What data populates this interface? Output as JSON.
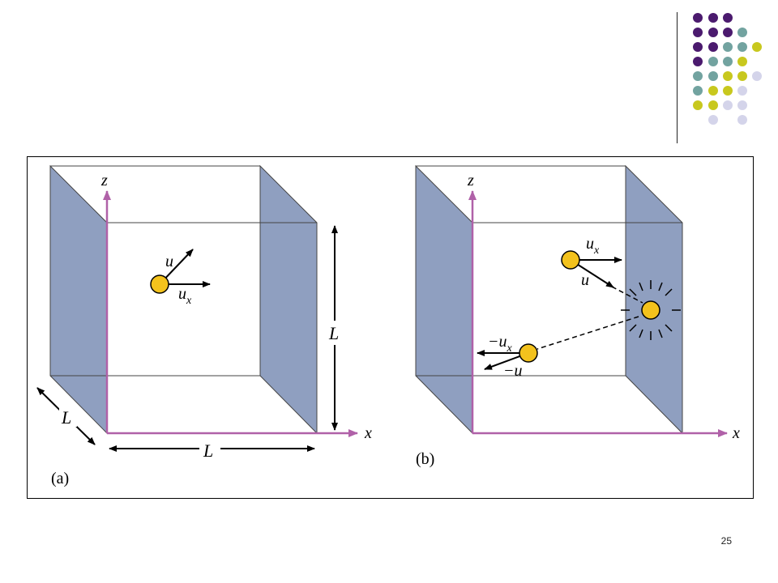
{
  "slide": {
    "page_number": "25"
  },
  "decoration": {
    "dot_colors": {
      "purple": "#4b1a6e",
      "teal": "#72a3a0",
      "olive": "#c8c81e",
      "lavender": "#d4d4ea"
    }
  },
  "figure": {
    "panel_a": {
      "caption": "(a)",
      "axis_z": "z",
      "axis_x": "x",
      "velocity": "u",
      "velocity_x_base": "u",
      "velocity_x_sub": "x",
      "edge_height": "L",
      "edge_depth": "L",
      "edge_width": "L"
    },
    "panel_b": {
      "caption": "(b)",
      "axis_z": "z",
      "axis_x": "x",
      "incoming_x_base": "u",
      "incoming_x_sub": "x",
      "incoming_velocity": "u",
      "reflected_x_base": "−u",
      "reflected_x_sub": "x",
      "reflected_velocity": "−u"
    },
    "colors": {
      "wall": "#8f9fc0",
      "axis": "#b061a8",
      "particle": "#f3c21d"
    }
  }
}
